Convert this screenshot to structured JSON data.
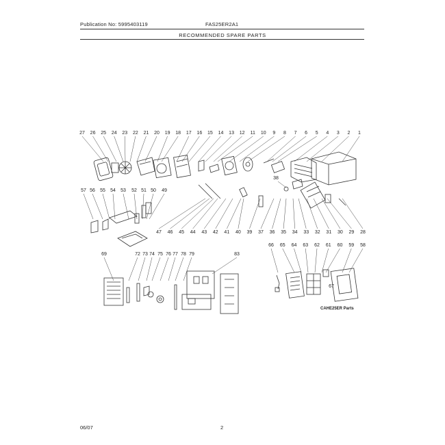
{
  "header": {
    "publication": "Publication No: 5995403119",
    "model": "FAS25ER2A1",
    "section_title": "RECOMMENDED SPARE PARTS"
  },
  "diagram": {
    "row1_labels": [
      "27",
      "26",
      "25",
      "24",
      "23",
      "22",
      "21",
      "20",
      "19",
      "18",
      "17",
      "16",
      "15",
      "14",
      "13",
      "12",
      "11",
      "10",
      "9",
      "8",
      "7",
      "6",
      "5",
      "4",
      "3",
      "2",
      "1"
    ],
    "row2_top_labels": [
      "57",
      "56",
      "55",
      "54",
      "53",
      "52",
      "51",
      "50",
      "49"
    ],
    "row2_bottom_labels": [
      "47",
      "46",
      "45",
      "44",
      "43",
      "42",
      "41",
      "40",
      "39",
      "37",
      "36",
      "35",
      "34",
      "33",
      "32",
      "31",
      "30",
      "29",
      "28"
    ],
    "label_38": "38",
    "row3_left_labels": [
      "69",
      "72",
      "73",
      "74",
      "75",
      "76",
      "77",
      "78",
      "79"
    ],
    "label_83": "83",
    "row3_right_labels": [
      "66",
      "65",
      "64",
      "63",
      "62",
      "61",
      "60",
      "59",
      "58"
    ],
    "label_67": "67",
    "caption": "CAHE25ER Parts"
  },
  "footer": {
    "date": "06/07",
    "page": "2"
  }
}
